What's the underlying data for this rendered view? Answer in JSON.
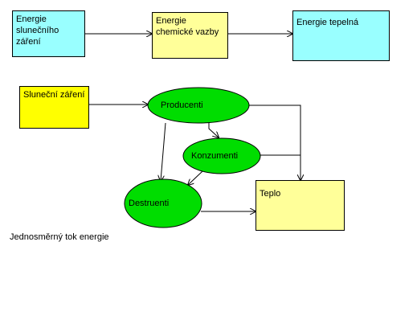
{
  "top_row": {
    "box1": "Energie slunečního záření",
    "box2": "Energie chemické vazby",
    "box3": "Energie tepelná"
  },
  "bottom": {
    "sun": "Sluneční záření",
    "producers": "Producenti",
    "consumers": "Konzumenti",
    "decomposers": "Destruenti",
    "heat": "Teplo"
  },
  "caption": "Jednosměrný tok energie",
  "colors": {
    "cyan": "#99ffff",
    "light_yellow": "#ffff99",
    "yellow": "#ffff00",
    "green": "#00dd00"
  }
}
